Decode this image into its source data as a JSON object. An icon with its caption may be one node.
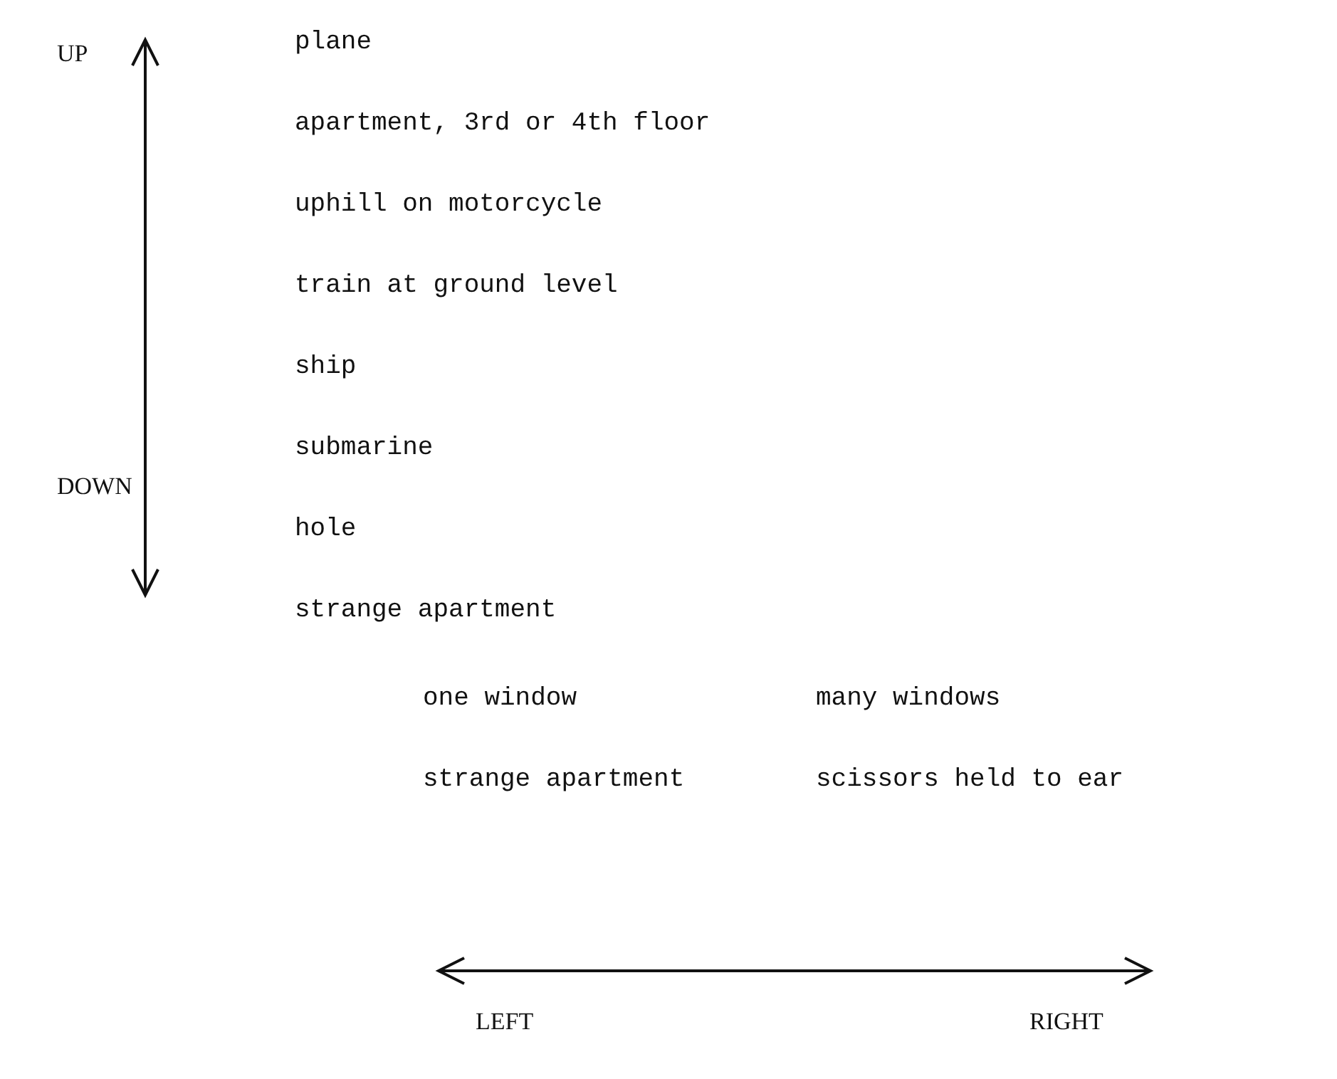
{
  "diagram": {
    "labels": [
      "UP",
      "plane",
      "apartment, 3rd or 4th floor",
      "uphill on motorcycle",
      "train at ground level",
      "ship",
      "submarine",
      "DOWN",
      "hole",
      "strange apartment",
      "one window",
      "many windows",
      "strange apartment",
      "scissors held to ear",
      "LEFT",
      "RIGHT"
    ]
  }
}
